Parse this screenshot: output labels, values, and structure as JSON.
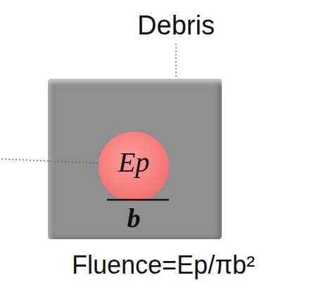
{
  "diagram": {
    "nodes": [
      {
        "text": [
          "Debris"
        ]
      },
      {
        "text": [
          "Ep"
        ],
        "in": 0
      }
    ],
    "labels": [
      "b",
      "Fluence=Ep/πb²"
    ]
  }
}
